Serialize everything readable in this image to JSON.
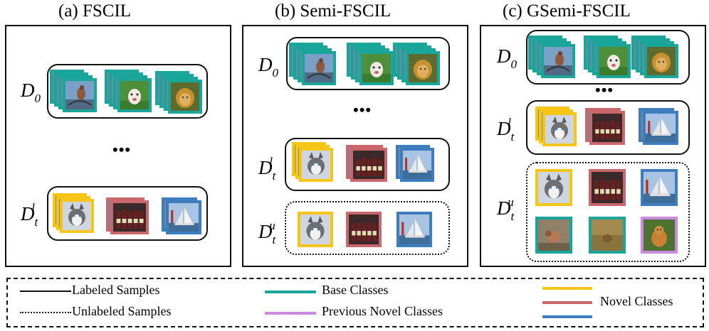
{
  "panels": [
    {
      "title": "(a) FSCIL"
    },
    {
      "title": "(b) Semi-FSCIL"
    },
    {
      "title": "(c) GSemi-FSCIL"
    }
  ],
  "labels": {
    "d0_main": "D",
    "d0_sub": "0",
    "dtl_main": "D",
    "dtl_sup": "l",
    "dtl_sub": "t",
    "dtu_main": "D",
    "dtu_sup": "u",
    "dtu_sub": "t",
    "ellipsis": "•••"
  },
  "legend": {
    "labeled": "Labeled Samples",
    "unlabeled": "Unlabeled Samples",
    "base": "Base Classes",
    "previous_novel": "Previous Novel Classes",
    "novel": "Novel Classes"
  },
  "colors": {
    "base": "#1aa59a",
    "yellow": "#f7c418",
    "red": "#c9676d",
    "blue": "#3d7dbd",
    "purple": "#c98ae0",
    "line": "#111111"
  },
  "images": [
    "bird-photo",
    "dog-photo",
    "lion-photo",
    "husky-photo",
    "bottles-photo",
    "sailboat-photo",
    "small-bird-photo",
    "grass-bird-photo",
    "golden-dog-photo"
  ]
}
